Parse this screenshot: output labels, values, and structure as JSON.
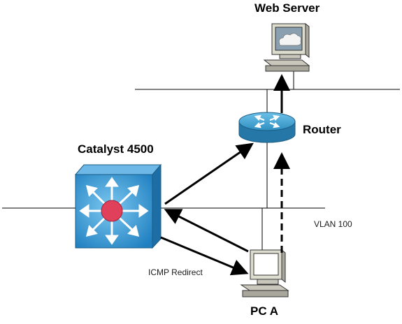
{
  "labels": {
    "web_server": "Web Server",
    "router": "Router",
    "catalyst": "Catalyst 4500",
    "vlan": "VLAN 100",
    "icmp_redirect": "ICMP Redirect",
    "pc_a": "PC A"
  },
  "devices": [
    {
      "id": "web-server",
      "icon": "computer-icon"
    },
    {
      "id": "router",
      "icon": "router-icon"
    },
    {
      "id": "catalyst-4500",
      "icon": "multilayer-switch-icon"
    },
    {
      "id": "pc-a",
      "icon": "computer-icon"
    }
  ],
  "colors": {
    "router_blue": "#2f8fc1",
    "switch_blue": "#2a8ed0",
    "switch_center": "#e0405a",
    "screen_cloud_bg": "#8aa0b0",
    "link_line": "#000000"
  }
}
